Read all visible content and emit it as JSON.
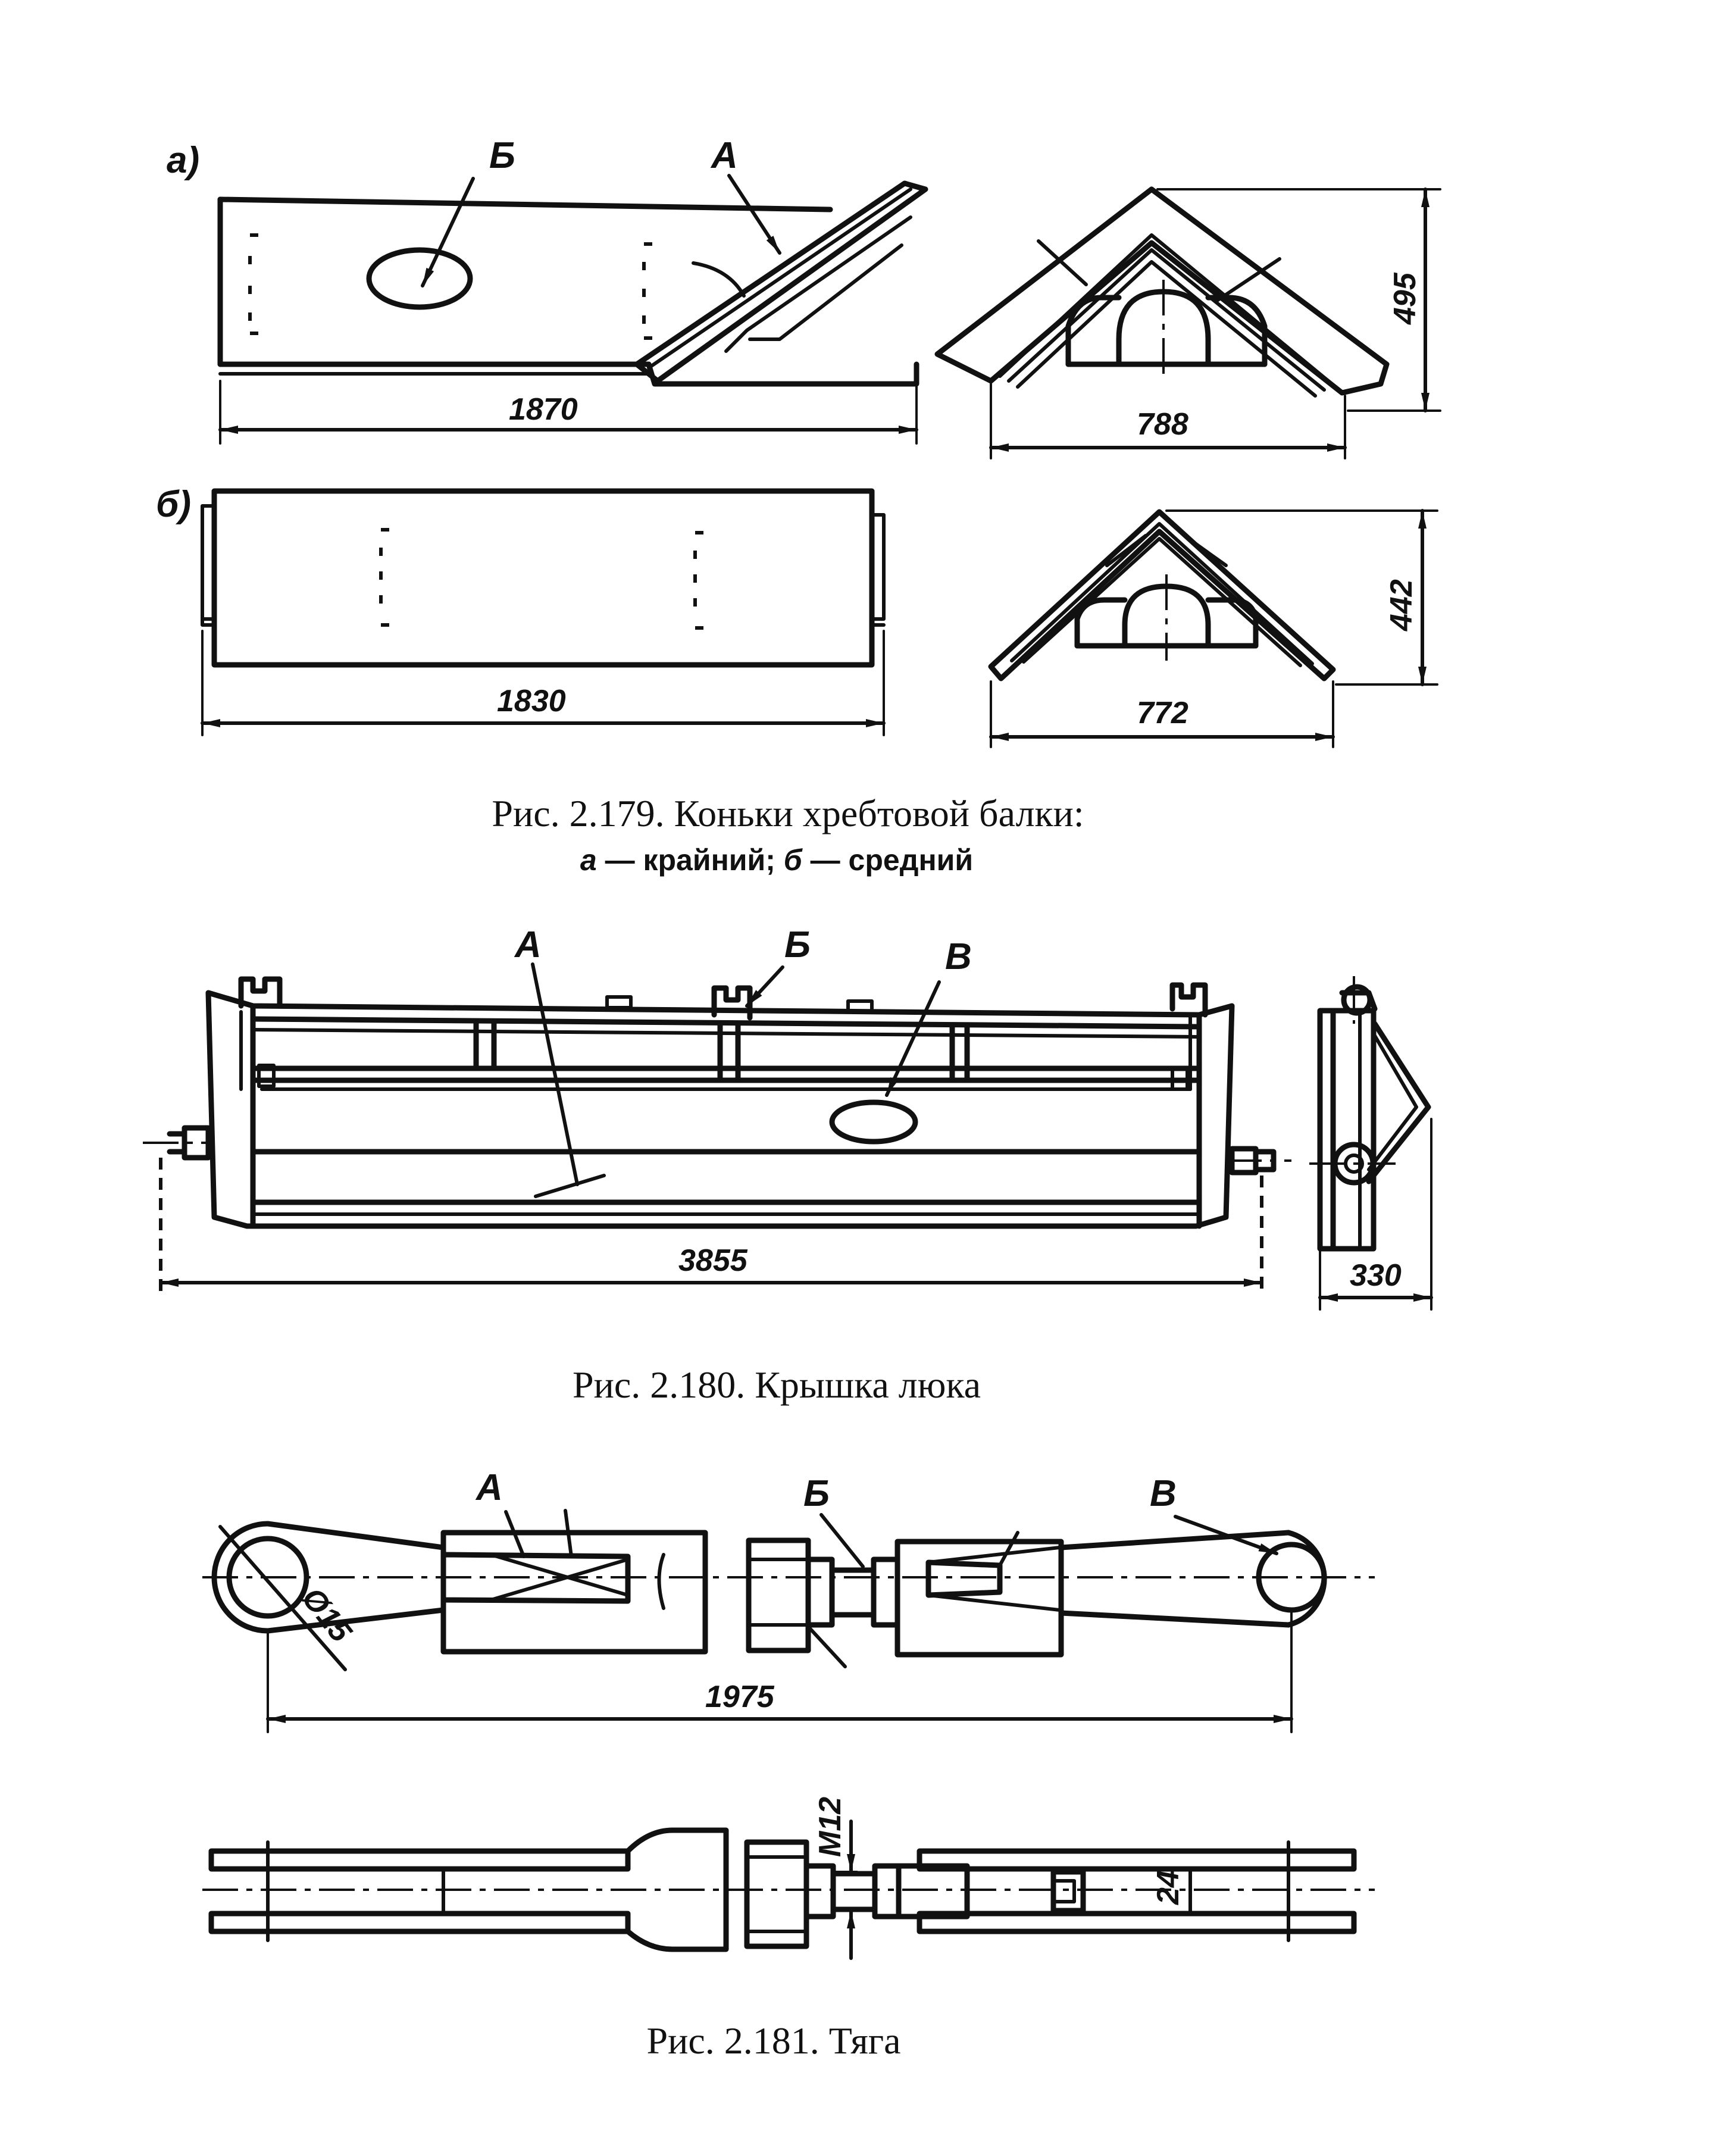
{
  "figure_179": {
    "caption": "Рис. 2.179. Коньки хребтовой балки:",
    "subcaption": {
      "a_letter": "а",
      "a_text": " — крайний; ",
      "b_letter": "б",
      "b_text": " — средний"
    },
    "view_a_label": "а)",
    "view_b_label": "б)",
    "callout_a": "А",
    "callout_b": "Б",
    "dims": {
      "a_length": "1870",
      "a_width": "788",
      "a_height": "495",
      "b_length": "1830",
      "b_width": "772",
      "b_height": "442"
    }
  },
  "figure_180": {
    "caption": "Рис. 2.180. Крышка люка",
    "callout_a": "А",
    "callout_b": "Б",
    "callout_v": "В",
    "dims": {
      "length": "3855",
      "width": "330"
    }
  },
  "figure_181": {
    "caption": "Рис. 2.181. Тяга",
    "callout_a": "А",
    "callout_b": "Б",
    "callout_v": "В",
    "dims": {
      "length": "1975",
      "hole": "Ø15",
      "thread": "М12",
      "gap": "24"
    }
  }
}
